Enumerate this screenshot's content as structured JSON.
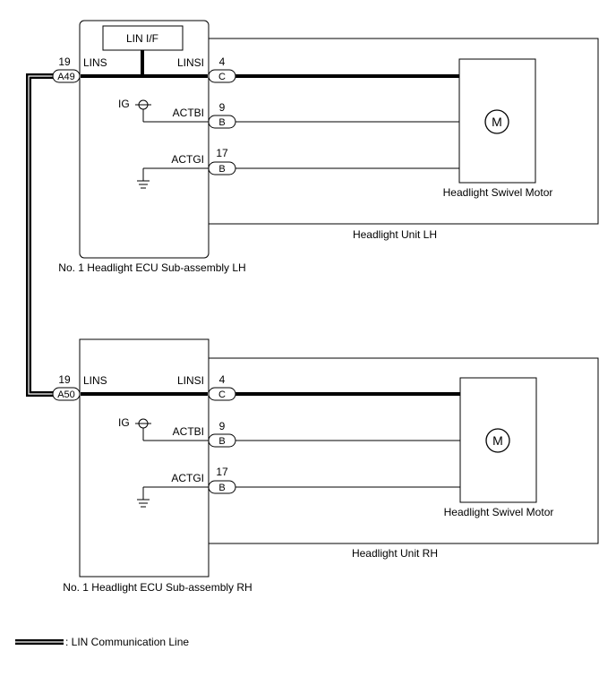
{
  "upper": {
    "lin_if_label": "LIN I/F",
    "lins_pin": "19",
    "lins_connector": "A49",
    "lins_label": "LINS",
    "linsi_label": "LINSI",
    "linsi_pin": "4",
    "linsi_connector": "C",
    "ig_label": "IG",
    "actbi_label": "ACTBI",
    "actbi_pin": "9",
    "actbi_connector": "B",
    "actgi_label": "ACTGI",
    "actgi_pin": "17",
    "actgi_connector": "B",
    "motor_symbol": "M",
    "motor_label": "Headlight Swivel Motor",
    "unit_label": "Headlight Unit LH",
    "ecu_label": "No. 1 Headlight ECU Sub-assembly LH"
  },
  "lower": {
    "lins_pin": "19",
    "lins_connector": "A50",
    "lins_label": "LINS",
    "linsi_label": "LINSI",
    "linsi_pin": "4",
    "linsi_connector": "C",
    "ig_label": "IG",
    "actbi_label": "ACTBI",
    "actbi_pin": "9",
    "actbi_connector": "B",
    "actgi_label": "ACTGI",
    "actgi_pin": "17",
    "actgi_connector": "B",
    "motor_symbol": "M",
    "motor_label": "Headlight Swivel Motor",
    "unit_label": "Headlight Unit RH",
    "ecu_label": "No. 1 Headlight ECU Sub-assembly RH"
  },
  "legend": {
    "label": ": LIN Communication Line"
  }
}
